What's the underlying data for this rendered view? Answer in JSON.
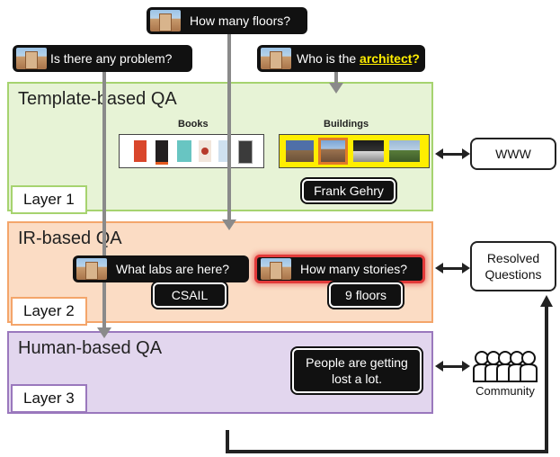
{
  "questions": {
    "floors": "How many floors?",
    "problem": "Is there any problem?",
    "architect_prefix": "Who is the ",
    "architect_word": "architect",
    "architect_suffix": "?"
  },
  "layers": [
    {
      "title": "Template-based QA",
      "tag": "Layer 1",
      "color": "#e7f3d6",
      "border": "#9bcf68"
    },
    {
      "title": "IR-based QA",
      "tag": "Layer 2",
      "color": "#fbdcc4",
      "border": "#f0a060"
    },
    {
      "title": "Human-based QA",
      "tag": "Layer 3",
      "color": "#e2d6ee",
      "border": "#9673b8"
    }
  ],
  "layer1": {
    "books_label": "Books",
    "buildings_label": "Buildings",
    "answer": "Frank Gehry"
  },
  "layer2": {
    "q_labs": "What labs are here?",
    "q_stories": "How many stories?",
    "a_labs": "CSAIL",
    "a_stories": "9 floors"
  },
  "layer3": {
    "answer": "People are getting lost a lot."
  },
  "side": {
    "www": "WWW",
    "resolved": "Resolved Questions",
    "community": "Community"
  },
  "colors": {
    "highlight_yellow": "#ffee00",
    "architect_text": "#ffee00"
  }
}
